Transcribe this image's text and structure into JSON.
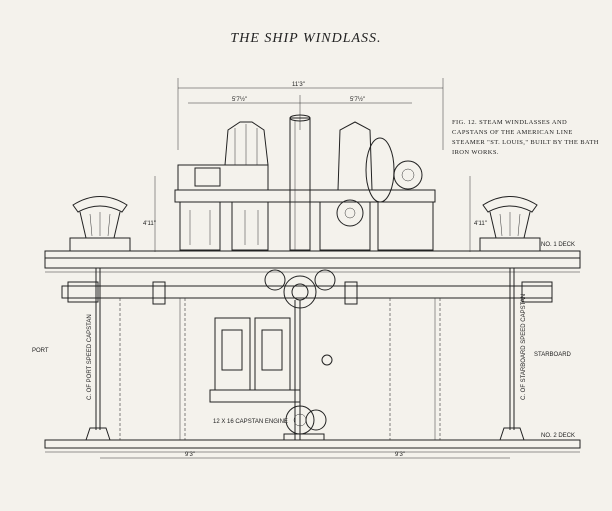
{
  "title": "THE SHIP WINDLASS.",
  "caption": "FIG. 12. STEAM WINDLASSES AND CAPSTANS OF THE AMERICAN LINE STEAMER \"ST. LOUIS,\" BUILT BY THE BATH IRON WORKS.",
  "labels": {
    "port": "PORT",
    "starboard": "STARBOARD",
    "deck1": "NO. 1 DECK",
    "deck2": "NO. 2 DECK",
    "capstan_engine": "12 X 16 CAPSTAN ENGINE",
    "port_capstan": "C. OF PORT SPEED CAPSTAN",
    "starboard_capstan": "C. OF STARBOARD SPEED CAPSTAN"
  },
  "dimensions": {
    "top_total": "11'3\"",
    "left_half": "5'7½\"",
    "right_half": "5'7½\"",
    "bottom_left": "9'3\"",
    "bottom_right": "9'3\"",
    "height_left": "4'11\"",
    "height_right": "4'11\""
  },
  "colors": {
    "paper": "#f4f2ec",
    "ink": "#222222"
  }
}
